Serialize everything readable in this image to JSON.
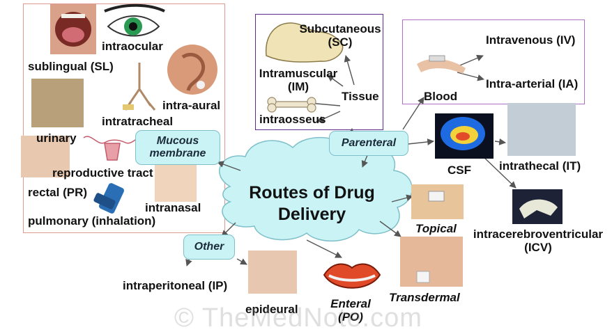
{
  "center": {
    "line1": "Routes of Drug",
    "line2": "Delivery"
  },
  "mucous": {
    "tag_line1": "Mucous",
    "tag_line2": "membrane",
    "routes": {
      "sublingual": "sublingual (SL)",
      "intraocular": "intraocular",
      "intratracheal": "intratracheal",
      "intra_aural": "intra-aural",
      "urinary": "urinary",
      "reproductive": "reproductive tract",
      "rectal": "rectal (PR)",
      "intranasal": "intranasal",
      "pulmonary": "pulmonary (inhalation)"
    }
  },
  "parenteral": {
    "tag": "Parenteral",
    "tissue": {
      "label": "Tissue",
      "subcutaneous_line1": "Subcutaneous",
      "subcutaneous_line2": "(SC)",
      "intramuscular_line1": "Intramuscular",
      "intramuscular_line2": "(IM)",
      "intraosseus": "intraosseus"
    },
    "blood": {
      "label": "Blood",
      "intravenous": "Intravenous (IV)",
      "intra_arterial": "Intra-arterial (IA)"
    },
    "csf": {
      "label": "CSF",
      "intrathecal": "intrathecal (IT)",
      "icv_line1": "intracerebroventricular",
      "icv_line2": "(ICV)"
    }
  },
  "other": {
    "tag": "Other",
    "intraperitoneal": "intraperitoneal (IP)",
    "epideural": "epideural"
  },
  "topical": "Topical",
  "transdermal": "Transdermal",
  "enteral": {
    "line1": "Enteral",
    "line2": "(PO)"
  },
  "watermark": "© TheMedNote.com",
  "colors": {
    "tag_fill": "#c9f3f5",
    "cloud_fill": "#c9f3f5",
    "mucous_border": "#e09a90",
    "parenteral_border": "#5b2a8a",
    "blood_border": "#b070c8"
  }
}
